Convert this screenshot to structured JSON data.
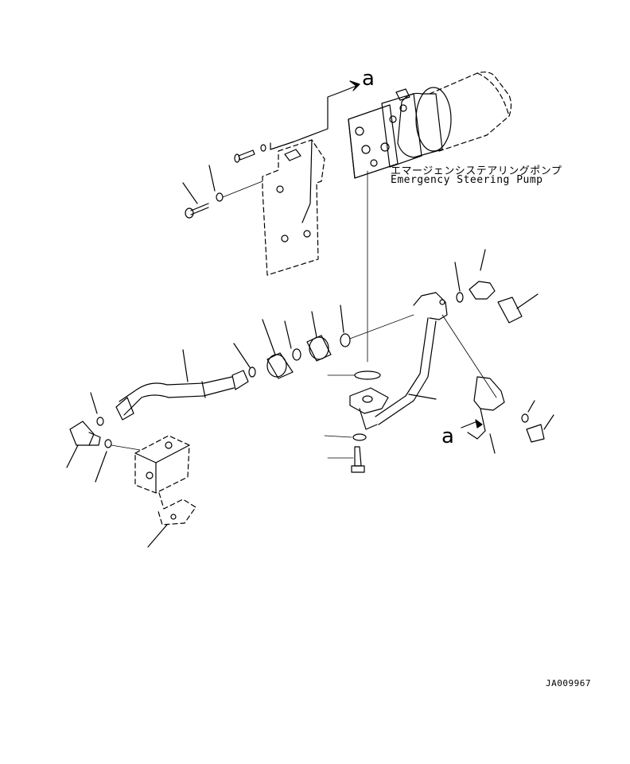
{
  "diagram": {
    "pump_label_ja": "エマージェンシステアリングポンプ",
    "pump_label_en": "Emergency Steering Pump",
    "reference_letter_top": "a",
    "reference_letter_bottom": "a",
    "drawing_code": "JA009967"
  },
  "style": {
    "stroke": "#000000",
    "background": "#ffffff"
  }
}
